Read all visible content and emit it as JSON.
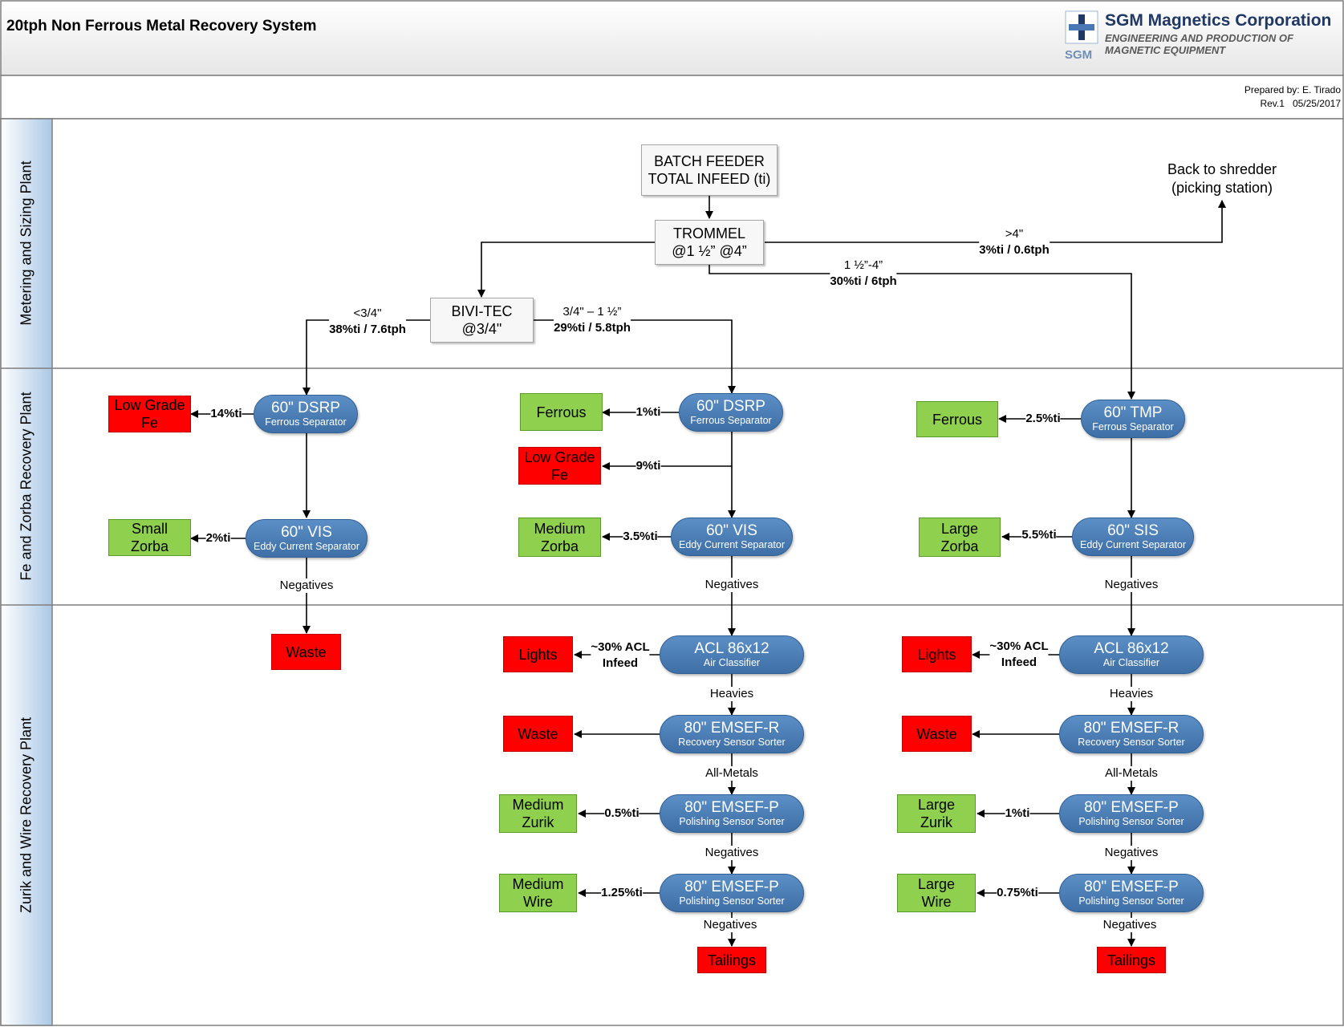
{
  "header": {
    "title": "20tph Non Ferrous Metal Recovery System",
    "company": "SGM Magnetics Corporation",
    "tagline_1": "ENGINEERING AND PRODUCTION OF",
    "tagline_2": "MAGNETIC EQUIPMENT",
    "logo_text": "SGM",
    "prepared_by": "Prepared by: E. Tirado",
    "revision": "Rev.1",
    "date": "05/25/2017"
  },
  "lanes": {
    "metering": "Metering and Sizing Plant",
    "fe_zorba": "Fe and Zorba Recovery Plant",
    "zurik_wire": "Zurik and Wire Recovery Plant"
  },
  "nodes": {
    "batch_feeder_1": "BATCH FEEDER",
    "batch_feeder_2": "TOTAL INFEED (ti)",
    "trommel_1": "TROMMEL",
    "trommel_2": "@1 ½” @4”",
    "bivitec_1": "BIVI-TEC",
    "bivitec_2": "@3/4\"",
    "back_shredder_1": "Back to shredder",
    "back_shredder_2": "(picking station)",
    "l_dsrp_main": "60\" DSRP",
    "l_dsrp_sub": "Ferrous Separator",
    "l_vis_main": "60\" VIS",
    "l_vis_sub": "Eddy Current Separator",
    "l_lowgrade_1": "Low Grade",
    "l_lowgrade_2": "Fe",
    "l_smallzorba_1": "Small",
    "l_smallzorba_2": "Zorba",
    "l_waste": "Waste",
    "m_dsrp_main": "60\" DSRP",
    "m_dsrp_sub": "Ferrous Separator",
    "m_vis_main": "60\" VIS",
    "m_vis_sub": "Eddy Current Separator",
    "m_ferrous": "Ferrous",
    "m_lowgrade_1": "Low Grade",
    "m_lowgrade_2": "Fe",
    "m_medzorba_1": "Medium",
    "m_medzorba_2": "Zorba",
    "m_acl_main": "ACL 86x12",
    "m_acl_sub": "Air Classifier",
    "m_lights": "Lights",
    "m_emsefr_main": "80\" EMSEF-R",
    "m_emsefr_sub": "Recovery Sensor Sorter",
    "m_waste": "Waste",
    "m_emsefp1_main": "80\" EMSEF-P",
    "m_emsefp1_sub": "Polishing Sensor Sorter",
    "m_medzurik_1": "Medium",
    "m_medzurik_2": "Zurik",
    "m_emsefp2_main": "80\" EMSEF-P",
    "m_emsefp2_sub": "Polishing Sensor Sorter",
    "m_medwire_1": "Medium",
    "m_medwire_2": "Wire",
    "m_tailings": "Tailings",
    "r_tmp_main": "60\" TMP",
    "r_tmp_sub": "Ferrous Separator",
    "r_sis_main": "60\" SIS",
    "r_sis_sub": "Eddy Current Separator",
    "r_ferrous": "Ferrous",
    "r_largezorba_1": "Large",
    "r_largezorba_2": "Zorba",
    "r_acl_main": "ACL 86x12",
    "r_acl_sub": "Air Classifier",
    "r_lights": "Lights",
    "r_emsefr_main": "80\" EMSEF-R",
    "r_emsefr_sub": "Recovery Sensor Sorter",
    "r_waste": "Waste",
    "r_emsefp1_main": "80\" EMSEF-P",
    "r_emsefp1_sub": "Polishing Sensor Sorter",
    "r_largezurik_1": "Large",
    "r_largezurik_2": "Zurik",
    "r_emsefp2_main": "80\" EMSEF-P",
    "r_emsefp2_sub": "Polishing Sensor Sorter",
    "r_largewire_1": "Large",
    "r_largewire_2": "Wire",
    "r_tailings": "Tailings"
  },
  "edges": {
    "gt4_top": ">4\"",
    "gt4_bot": "3%ti / 0.6tph",
    "mid_top": "1 ½”-4”",
    "mid_bot": "30%ti / 6tph",
    "lt34_top": "<3/4\"",
    "lt34_bot": "38%ti / 7.6tph",
    "m34_top": "3/4\" – 1 ½”",
    "m34_bot": "29%ti / 5.8tph",
    "l_14": "14%ti",
    "l_2": "2%ti",
    "l_neg": "Negatives",
    "m_1": "1%ti",
    "m_9": "9%ti",
    "m_35": "3.5%ti",
    "m_neg1": "Negatives",
    "m_acl_1": "~30% ACL",
    "m_acl_2": "Infeed",
    "m_heavies": "Heavies",
    "m_allmetals": "All-Metals",
    "m_05": "0.5%ti",
    "m_neg2": "Negatives",
    "m_125": "1.25%ti",
    "m_neg3": "Negatives",
    "r_25": "2.5%ti",
    "r_55": "5.5%ti",
    "r_neg1": "Negatives",
    "r_acl_1": "~30% ACL",
    "r_acl_2": "Infeed",
    "r_heavies": "Heavies",
    "r_allmetals": "All-Metals",
    "r_1": "1%ti",
    "r_neg2": "Negatives",
    "r_075": "0.75%ti",
    "r_neg3": "Negatives"
  }
}
